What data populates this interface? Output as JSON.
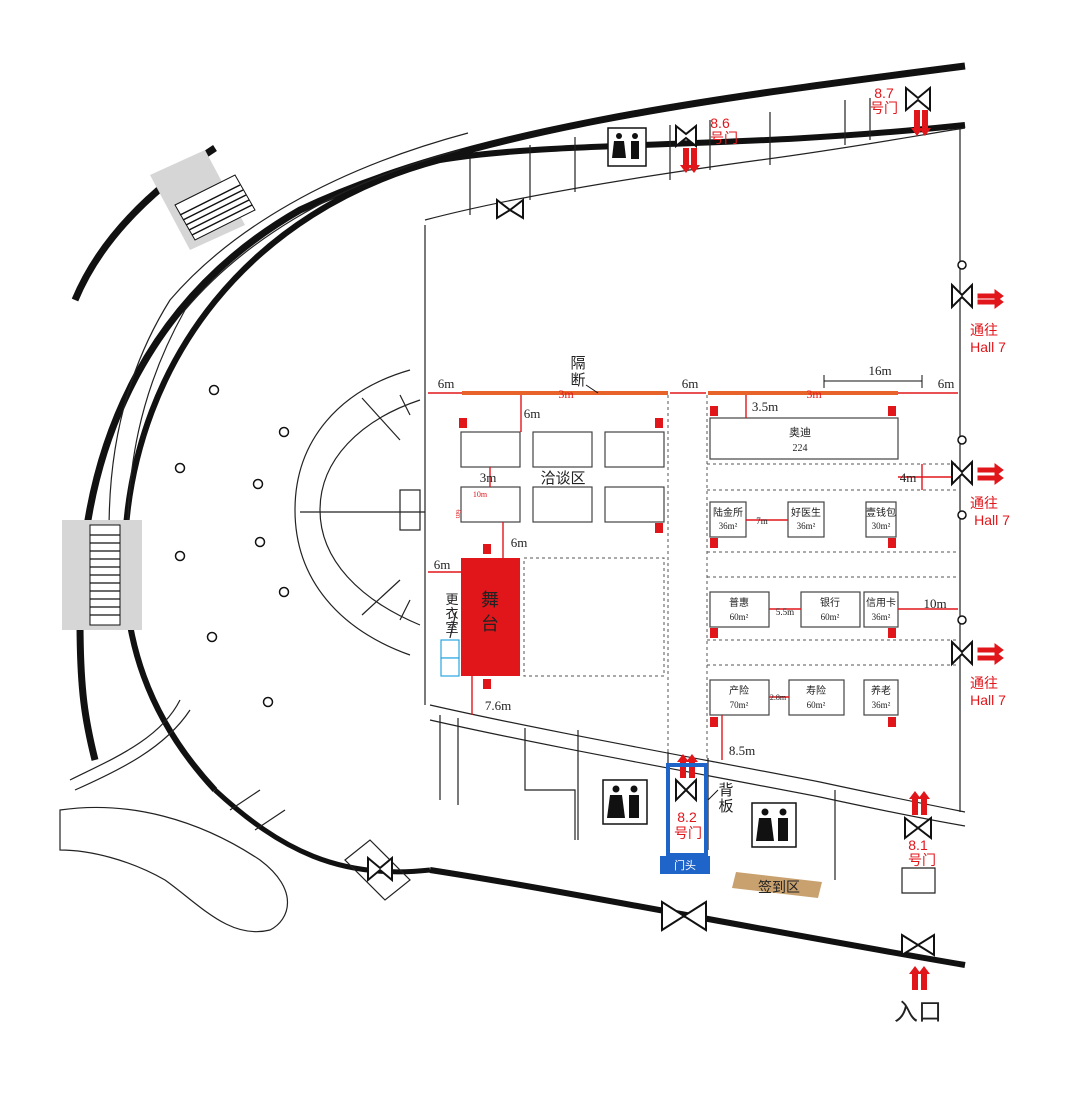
{
  "doors": {
    "d87": [
      "8.7",
      "号门"
    ],
    "d86": [
      "8.6",
      "号门"
    ],
    "d82": [
      "8.2",
      "号门"
    ],
    "d81": [
      "8.1",
      "号门"
    ]
  },
  "hall7": {
    "line1": "通往",
    "line2": "Hall 7"
  },
  "partition": [
    "隔",
    "断"
  ],
  "dims": {
    "top_left_6m": "6m",
    "partition_3m_left": "3m",
    "center_6m": "6m",
    "right_6m": "6m",
    "partition_3m_right": "3m",
    "width_16m": "16m",
    "gap_3_5m": "3.5m",
    "booth_gap_6m": "6m",
    "booth_3m": "3m",
    "booth_10m": "10m",
    "booth_side": "6m",
    "stage_6m": "6m",
    "stage_left_6m": "6m",
    "right_4m": "4m",
    "gap_7m": "7m",
    "gap_5_5m": "5.5m",
    "right_10m": "10m",
    "gap_2_8m": "2.8m",
    "bottom_7_6m": "7.6m",
    "bottom_8_5m": "8.5m"
  },
  "labels": {
    "negotiation": "洽谈区",
    "stage": [
      "舞",
      "台"
    ],
    "dressing": [
      "更",
      "衣",
      "室"
    ],
    "backboard": [
      "背",
      "板"
    ],
    "gatehead": "门头",
    "signin": "签到区",
    "entrance": "入口"
  },
  "booths": {
    "audi": {
      "name": "奥迪",
      "size": "224"
    },
    "lujinsuo": {
      "name": "陆金所",
      "size": "36m²"
    },
    "haoyisheng": {
      "name": "好医生",
      "size": "36m²"
    },
    "yiqianbao": {
      "name": "壹钱包",
      "size": "30m²"
    },
    "puhui": {
      "name": "普惠",
      "size": "60m²"
    },
    "yinhang": {
      "name": "银行",
      "size": "60m²"
    },
    "xinyongka": {
      "name": "信用卡",
      "size": "36m²"
    },
    "chanxian": {
      "name": "产险",
      "size": "70m²"
    },
    "shouxian": {
      "name": "寿险",
      "size": "60m²"
    },
    "yanglao": {
      "name": "养老",
      "size": "36m²"
    }
  },
  "colors": {
    "accent_red": "#e0161b",
    "partition_orange": "#e8632a",
    "backboard_blue": "#1f64c8",
    "gatehead_blue": "#1f64c8",
    "signin_tan": "#c9a16e",
    "stair_gray": "#d6d6d6",
    "dressing_blue": "#2aa5e0"
  },
  "icons": [
    "restroom-icon",
    "door-icon",
    "exit-arrow-icon",
    "fire-extinguisher-icon",
    "escalator-icon"
  ]
}
